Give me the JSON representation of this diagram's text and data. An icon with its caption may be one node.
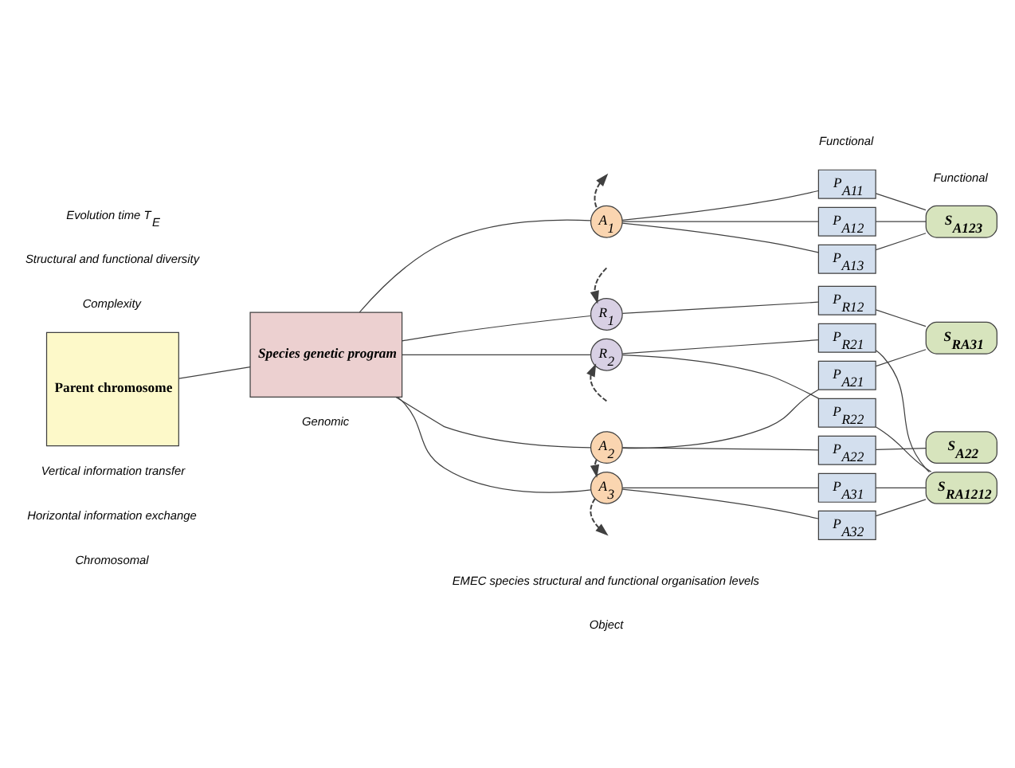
{
  "diagram": {
    "nodes": [
      {
        "text": [
          "Parent chromosome"
        ]
      },
      {
        "text": [
          "Species genetic program"
        ]
      },
      {
        "text": [
          "A$_{1}$"
        ]
      },
      {
        "text": [
          "R$_{1}$"
        ]
      },
      {
        "text": [
          "A$_{2}$"
        ]
      },
      {
        "text": [
          "R$_{2}$"
        ]
      },
      {
        "text": [
          "A$_{3}$"
        ]
      },
      {
        "text": [
          "P$_{A11}$"
        ]
      },
      {
        "text": [
          "P$_{A12}$"
        ]
      },
      {
        "text": [
          "P$_{A13}$"
        ]
      },
      {
        "text": [
          "P$_{R12}$"
        ]
      },
      {
        "text": [
          "P$_{A21}$"
        ]
      },
      {
        "text": [
          "P$_{A22}$"
        ]
      },
      {
        "text": [
          "P$_{R21}$"
        ]
      },
      {
        "text": [
          "P$_{R22}$"
        ]
      },
      {
        "text": [
          "P$_{A31}$"
        ]
      },
      {
        "text": [
          "P$_{A32}$"
        ]
      },
      {
        "text": [
          "S$_{A123}$"
        ]
      },
      {
        "text": [
          "S$_{RA31}$"
        ]
      },
      {
        "text": [
          "S$_{A22}$"
        ]
      },
      {
        "text": [
          "S$_{RA1212}$"
        ]
      }
    ],
    "edges": [
      {
        "from": 0,
        "to": 1,
        "arrow": "none"
      },
      {
        "from": 1,
        "to": 2,
        "arrow": "none"
      },
      {
        "from": 1,
        "to": 3,
        "arrow": "none"
      },
      {
        "from": 1,
        "to": 4,
        "arrow": "none"
      },
      {
        "from": 1,
        "to": 5,
        "arrow": "none"
      },
      {
        "from": 1,
        "to": 6,
        "arrow": "none"
      },
      {
        "from": 2,
        "to": 7,
        "arrow": "none"
      },
      {
        "from": 2,
        "to": 8,
        "arrow": "none"
      },
      {
        "from": 2,
        "to": 9,
        "arrow": "none"
      },
      {
        "from": 3,
        "to": 10,
        "arrow": "none"
      },
      {
        "from": 4,
        "to": 11,
        "arrow": "none"
      },
      {
        "from": 4,
        "to": 12,
        "arrow": "none"
      },
      {
        "from": 5,
        "to": 13,
        "arrow": "none"
      },
      {
        "from": 5,
        "to": 14,
        "arrow": "none"
      },
      {
        "from": 6,
        "to": 15,
        "arrow": "none"
      },
      {
        "from": 6,
        "to": 16,
        "arrow": "none"
      },
      {
        "from": 7,
        "to": 17,
        "arrow": "none"
      },
      {
        "from": 8,
        "to": 17,
        "arrow": "none"
      },
      {
        "from": 9,
        "to": 17,
        "arrow": "none"
      },
      {
        "from": 10,
        "to": 18,
        "arrow": "none"
      },
      {
        "from": 11,
        "to": 18,
        "arrow": "none"
      },
      {
        "from": 12,
        "to": 19,
        "arrow": "none"
      },
      {
        "from": 13,
        "to": 20,
        "arrow": "none"
      },
      {
        "from": 14,
        "to": 20,
        "arrow": "none"
      },
      {
        "from": 15,
        "to": 20,
        "arrow": "none"
      },
      {
        "from": 16,
        "to": 20,
        "arrow": "none"
      },
      {
        "from": 2,
        "to": null,
        "arrow": "to",
        "style": "dashed"
      },
      {
        "from": null,
        "to": 3,
        "arrow": "to",
        "style": "dashed"
      },
      {
        "from": 4,
        "to": 6,
        "arrow": "to",
        "style": "dashed"
      },
      {
        "from": 6,
        "to": null,
        "arrow": "to",
        "style": "dashed"
      },
      {
        "from": null,
        "to": 5,
        "arrow": "to",
        "style": "dashed"
      }
    ],
    "labels": [
      "Evolution time T$_{E}$",
      "Structural and functional diversity",
      "Complexity",
      "Vertical information transfer",
      "Horizontal information exchange",
      "EMEC species structural and functional organisation levels",
      "Chromosomal",
      "Genomic",
      "Object",
      "Functional",
      "Functional"
    ]
  }
}
